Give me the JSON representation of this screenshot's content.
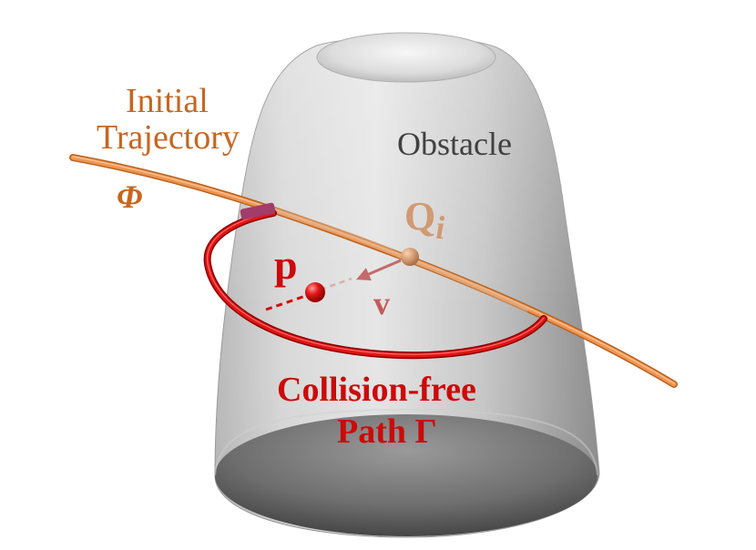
{
  "labels": {
    "initial_line1": "Initial",
    "initial_line2": "Trajectory",
    "phi": "Φ",
    "obstacle": "Obstacle",
    "q_main": "Q",
    "q_sub": "i",
    "p": "p",
    "v": "v",
    "path_line1": "Collision-free",
    "path_line2": "Path Γ"
  },
  "colors": {
    "trajectory": "#e9883d",
    "path": "#d40d0d",
    "obstacle_light": "#f1f1f1",
    "obstacle_dark": "#7c7c7c",
    "label_orange": "#c8651f",
    "label_red": "#cc0a0a"
  }
}
